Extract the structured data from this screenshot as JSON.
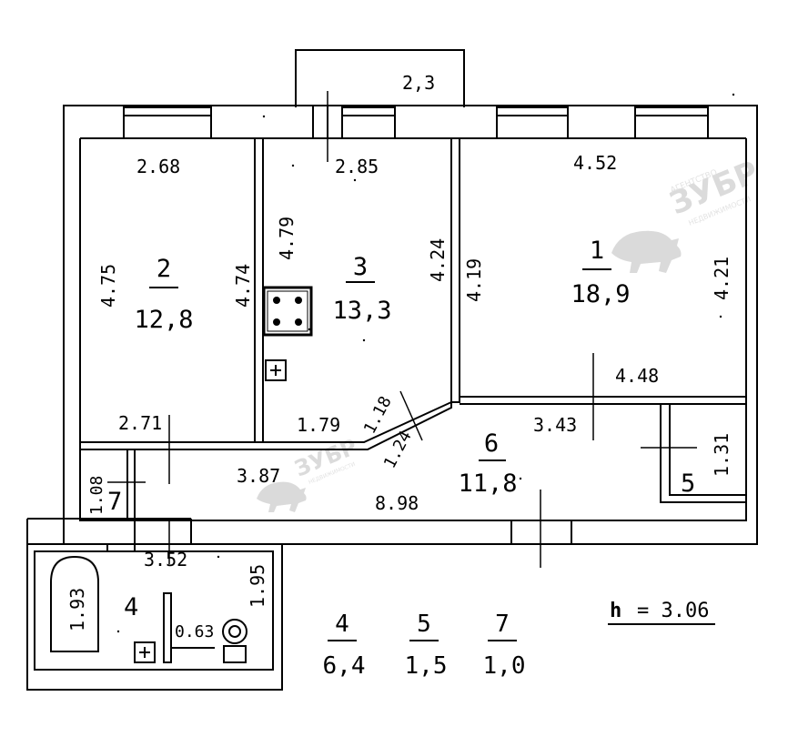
{
  "plan": {
    "balcony_dim": "2,3",
    "ceiling_height": {
      "symbol": "h",
      "value": "= 3.06"
    },
    "rooms": [
      {
        "num": "2",
        "area": "12,8",
        "dims": [
          "2.68",
          "4.75",
          "4.74",
          "2.71"
        ]
      },
      {
        "num": "3",
        "area": "13,3",
        "dims": [
          "2.85",
          "4.79",
          "4.24",
          "1.79",
          "1.18",
          "1.24"
        ]
      },
      {
        "num": "1",
        "area": "18,9",
        "dims": [
          "4.52",
          "4.19",
          "4.21",
          "4.48"
        ]
      },
      {
        "num": "6",
        "area": "11,8",
        "dims": [
          "3.87",
          "8.98",
          "3.43"
        ]
      },
      {
        "num": "5",
        "dims": [
          "1.31"
        ]
      },
      {
        "num": "7",
        "dims": [
          "1.08"
        ]
      },
      {
        "num": "4",
        "dims": [
          "3.52",
          "1.95",
          "1.93",
          "0.63"
        ]
      }
    ],
    "legend": [
      {
        "num": "4",
        "area": "6,4"
      },
      {
        "num": "5",
        "area": "1,5"
      },
      {
        "num": "7",
        "area": "1,0"
      }
    ],
    "watermark": {
      "brand": "ЗУБР",
      "sub1": "АГЕНТСТВО",
      "sub2": "НЕДВИЖИМОСТИ"
    }
  }
}
